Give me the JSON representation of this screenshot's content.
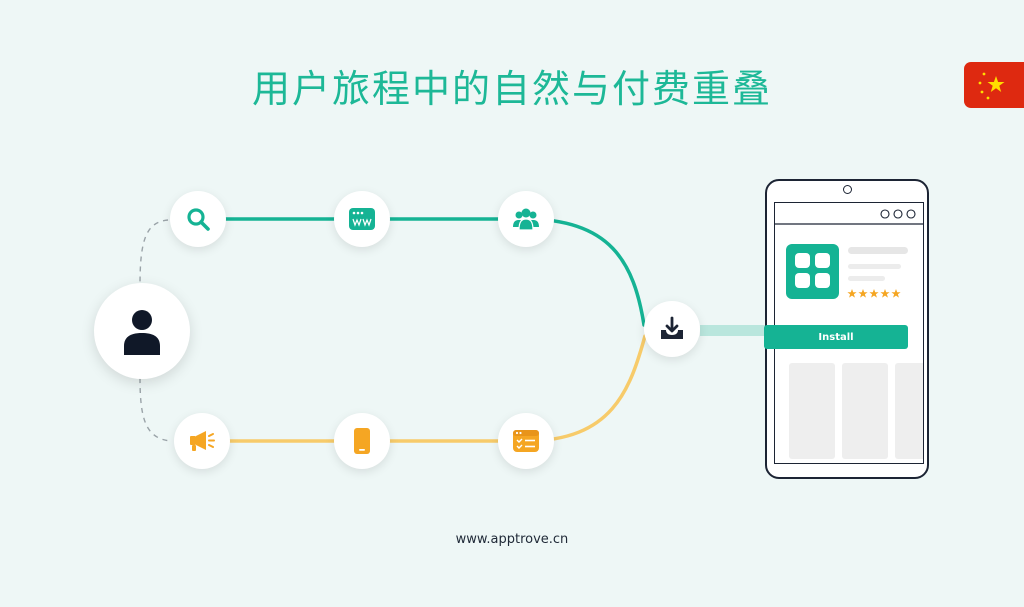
{
  "title": "用户旅程中的自然与付费重叠",
  "footer": {
    "url": "www.apptrove.cn"
  },
  "phone": {
    "install_label": "Install",
    "rating_stars": 5
  },
  "colors": {
    "organic": "#15b394",
    "paid": "#f7cb6a",
    "title": "#1db897",
    "dark": "#1c2434",
    "star": "#f5a623"
  },
  "nodes": {
    "user": "user-icon",
    "organic": [
      "search-icon",
      "web-browser-icon",
      "community-icon"
    ],
    "paid": [
      "megaphone-icon",
      "mobile-icon",
      "checklist-icon"
    ],
    "merge": "download-icon"
  }
}
